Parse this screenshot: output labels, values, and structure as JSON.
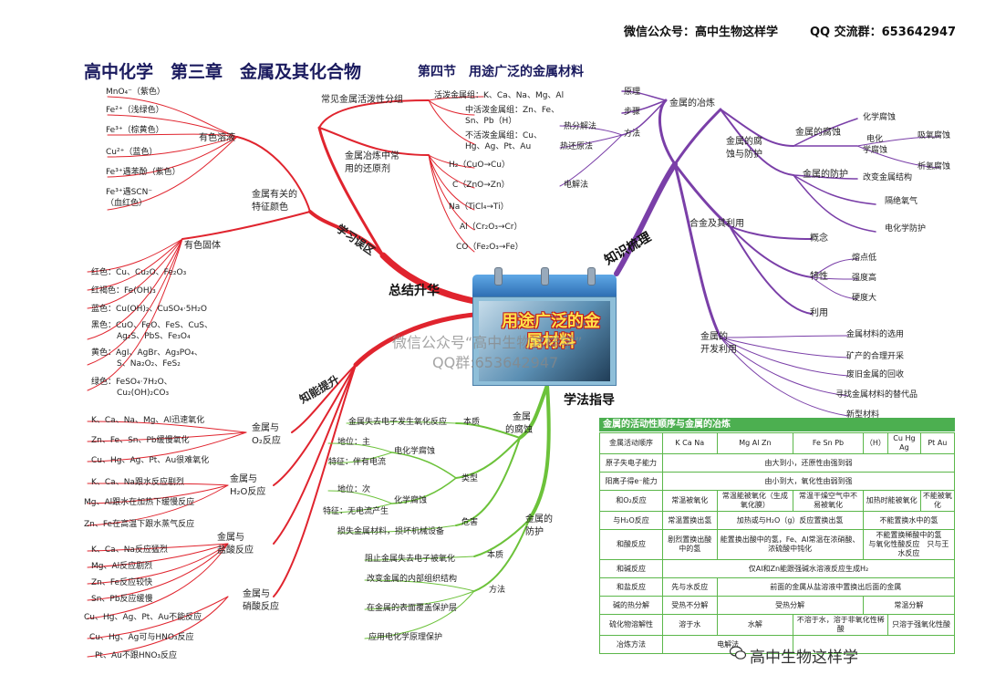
{
  "header": {
    "wechat": "微信公众号：高中生物这样学",
    "qq": "QQ 交流群：653642947"
  },
  "title": {
    "main": "高中化学　第三章　金属及其化合物",
    "section": "第四节　用途广泛的金属材料"
  },
  "center": {
    "caption": "用途广泛的金属材料",
    "watermark_line1": "微信公众号“高中生物这样学”",
    "watermark_line2": "QQ群:653642947"
  },
  "main_branches": {
    "summary": "总结升华",
    "knowledge": "知识梳理",
    "study": "学习误区",
    "ability": "知能提升",
    "method": "学法指导"
  },
  "colored_solutions": {
    "label": "有色溶液",
    "items": [
      "MnO₄⁻（紫色）",
      "Fe²⁺（浅绿色）",
      "Fe³⁺（棕黄色）",
      "Cu²⁺（蓝色）",
      "Fe³⁺遇苯酚（紫色）",
      "Fe³⁺遇SCN⁻",
      "（血红色）"
    ]
  },
  "metal_colors": {
    "label_line1": "金属有关的",
    "label_line2": "特征颜色",
    "solid_label": "有色固体",
    "solids": [
      "红色：Cu、Cu₂O、Fe₂O₃",
      "红褐色：Fe(OH)₃",
      "蓝色：Cu(OH)₂、CuSO₄·5H₂O",
      "黑色：CuO、FeO、FeS、CuS、",
      "Ag₂S、PbS、Fe₃O₄",
      "黄色：AgI、AgBr、Ag₃PO₄、",
      "S、Na₂O₂、FeS₂",
      "绿色：FeSO₄·7H₂O、",
      "Cu₂(OH)₂CO₃"
    ]
  },
  "activity_groups": {
    "label": "常见金属活泼性分组",
    "items": [
      "活泼金属组：K、Ca、Na、Mg、Al",
      "中活泼金属组：Zn、Fe、",
      "Sn、Pb（H）",
      "不活泼金属组：Cu、",
      "Hg、Ag、Pt、Au"
    ]
  },
  "reducers": {
    "label_line1": "金属冶炼中常",
    "label_line2": "用的还原剂",
    "items": [
      "H₂（CuO→Cu）",
      "C（ZnO→Zn）",
      "Na（TiCl₄→Ti）",
      "Al（Cr₂O₃→Cr）",
      "CO（Fe₂O₃→Fe）"
    ]
  },
  "smelting": {
    "label": "金属的冶炼",
    "principle": "原理",
    "steps": "步骤",
    "method": "方法",
    "methods": [
      "热分解法",
      "热还原法",
      "电解法"
    ]
  },
  "corrosion_protection": {
    "label_line1": "金属的腐",
    "label_line2": "蚀与防护",
    "corrosion": "金属的腐蚀",
    "chemical": "化学腐蚀",
    "electro_line1": "电化",
    "electro_line2": "学腐蚀",
    "oxygen": "吸氧腐蚀",
    "hydrogen": "析氢腐蚀",
    "protection": "金属的防护",
    "protect_items": [
      "改变金属结构",
      "隔绝氧气",
      "电化学防护"
    ]
  },
  "alloy": {
    "label": "合金及其利用",
    "concept": "概念",
    "property": "特性",
    "use": "利用",
    "properties": [
      "熔点低",
      "强度高",
      "硬度大"
    ]
  },
  "development": {
    "label_line1": "金属的",
    "label_line2": "开发利用",
    "items": [
      "金属材料的选用",
      "矿产的合理开采",
      "废旧金属的回收",
      "寻找金属材料的替代品",
      "新型材料"
    ]
  },
  "reactions": {
    "o2_label_1": "金属与",
    "o2_label_2": "O₂反应",
    "o2_items": [
      "K、Ca、Na、Mg、Al迅速氧化",
      "Zn、Fe、Sn、Pb缓慢氧化",
      "Cu、Hg、Ag、Pt、Au很难氧化"
    ],
    "h2o_label_1": "金属与",
    "h2o_label_2": "H₂O反应",
    "h2o_items": [
      "K、Ca、Na跟水反应剧烈",
      "Mg、Al跟水在加热下缓慢反应",
      "Zn、Fe在高温下跟水蒸气反应"
    ],
    "hcl_label_1": "金属与",
    "hcl_label_2": "盐酸反应",
    "hcl_items": [
      "K、Ca、Na反应猛烈",
      "Mg、Al反应剧烈",
      "Zn、Fe反应较快",
      "Sn、Pb反应缓慢",
      "Cu、Hg、Ag、Pt、Au不能反应"
    ],
    "hno3_label_1": "金属与",
    "hno3_label_2": "硝酸反应",
    "hno3_items": [
      "Cu、Hg、Ag可与HNO₃反应",
      "Pt、Au不跟HNO₃反应"
    ]
  },
  "method_corrosion": {
    "label_line1": "金属",
    "label_line2": "的腐蚀",
    "essence": "本质",
    "essence_text": "金属失去电子发生氧化反应",
    "type": "类型",
    "electro": "电化学腐蚀",
    "electro_pos": "地位：主",
    "electro_feat": "特征：伴有电流",
    "chem": "化学腐蚀",
    "chem_pos": "地位：次",
    "chem_feat": "特征：无电流产生",
    "harm": "危害",
    "harm_text": "损失金属材料，损坏机械设备"
  },
  "method_protection": {
    "label_line1": "金属的",
    "label_line2": "防护",
    "essence": "本质",
    "essence_text": "阻止金属失去电子被氧化",
    "method": "方法",
    "items": [
      "改变金属的内部组织结构",
      "在金属的表面覆盖保护层",
      "应用电化学原理保护"
    ]
  },
  "table": {
    "title": "金属的活动性顺序与金属的冶炼",
    "head": [
      "金属活动顺序",
      "K Ca Na",
      "Mg Al Zn",
      "Fe Sn Pb",
      "（H）",
      "Cu Hg Ag",
      "Pt Au"
    ],
    "row_lose": [
      "原子失电子能力",
      "由大到小，还原性由强到弱"
    ],
    "row_gain": [
      "阳离子得e⁻能力",
      "由小到大，氧化性由弱到强"
    ],
    "row_o2": [
      "和O₂反应",
      "常温被氧化",
      "常温能被氧化（生成氧化膜）",
      "常温干燥空气中不易被氧化",
      "加热时能被氧化",
      "不能被氧化"
    ],
    "row_h2o": [
      "与H₂O反应",
      "常温置换出氢",
      "加热或与H₂O（g）反应置换出氢",
      "不能置换水中的氢"
    ],
    "row_acid": [
      "和酸反应",
      "剧烈置换出酸中的氢",
      "能置换出酸中的氢，Fe、Al常温在浓硝酸、浓硫酸中钝化",
      "不能置换稀酸中的氢",
      "与氧化性酸反应",
      "只与王水反应"
    ],
    "row_base": [
      "和碱反应",
      "仅Al和Zn能跟强碱水溶液反应生成H₂"
    ],
    "row_salt": [
      "和盐反应",
      "先与水反应",
      "前面的金属从盐溶液中置换出后面的金属"
    ],
    "row_hydroxide": [
      "碱的热分解",
      "受热不分解",
      "受热分解",
      "常温分解"
    ],
    "row_sulfide": [
      "硫化物溶解性",
      "溶于水",
      "水解",
      "不溶于水，溶于非氧化性稀酸",
      "只溶于强氧化性酸"
    ],
    "row_smelt": [
      "冶炼方法",
      "电解法"
    ]
  },
  "footer": {
    "wechat_tag": "高中生物这样学"
  },
  "colors": {
    "red": "#e0242e",
    "purple": "#7a3fa8",
    "green": "#6cc23a",
    "table_green": "#4caf50"
  }
}
